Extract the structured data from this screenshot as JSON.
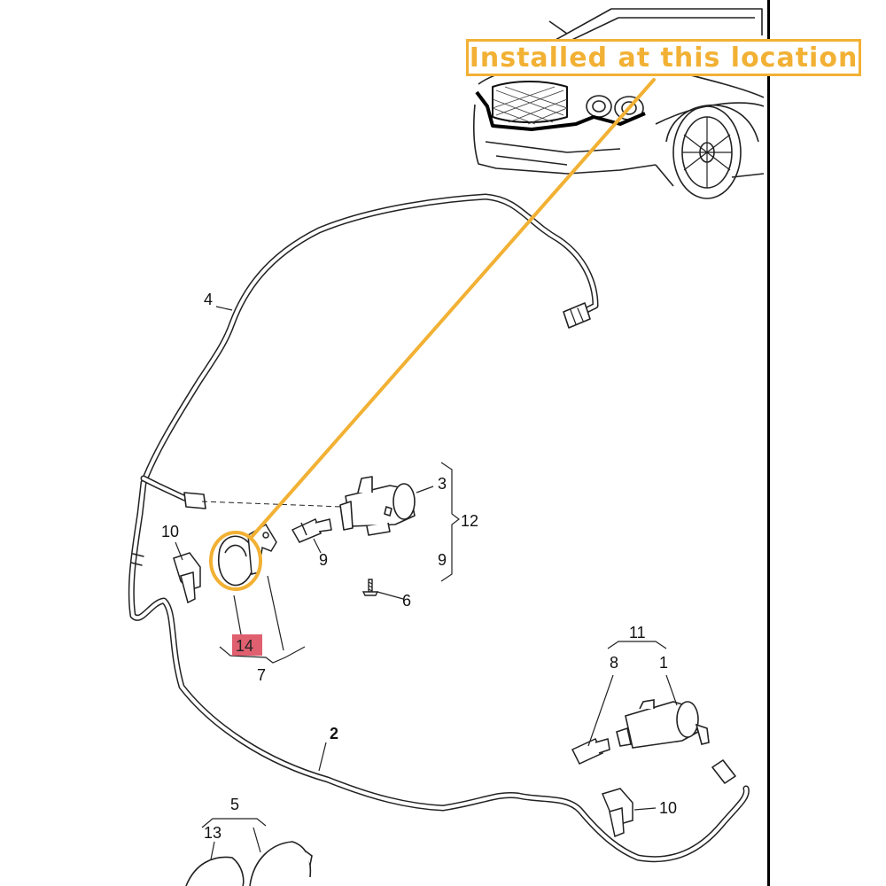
{
  "callout": {
    "text": "Installed at this location",
    "color": "#f2b134"
  },
  "highlight_color": "#e06070",
  "part_labels": {
    "p1": "1",
    "p2": "2",
    "p3": "3",
    "p4": "4",
    "p5": "5",
    "p6": "6",
    "p7": "7",
    "p8": "8",
    "p9a": "9",
    "p9b": "9",
    "p10a": "10",
    "p10b": "10",
    "p11": "11",
    "p12": "12",
    "p13": "13",
    "p14": "14"
  },
  "icons": [
    "car-illustration",
    "washer-hose",
    "nozzle-icon",
    "clip-icon",
    "screw-icon",
    "connector-icon"
  ]
}
